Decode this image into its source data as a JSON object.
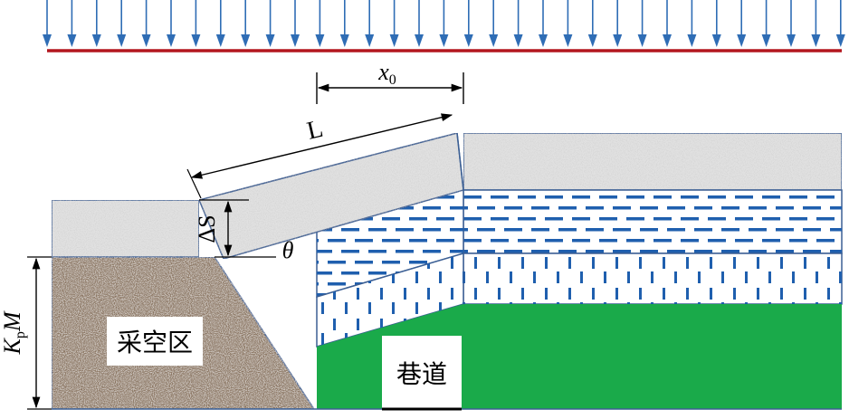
{
  "labels": {
    "x0_var": "x",
    "x0_sub": "0",
    "length": "L",
    "delta_s": "ΔS",
    "theta": "θ",
    "kpm_k": "K",
    "kpm_p": "p",
    "kpm_m": "M",
    "goaf": "采空区",
    "roadway": "巷道"
  },
  "colors": {
    "load_arrow": "#2f6db5",
    "load_line": "#b3161e",
    "outline": "#3b5f94",
    "dash": "#1f5fae",
    "coal_green": "#1aaa4a",
    "goaf_brown": "#8c7764",
    "rock_gray": "#e1e1e1",
    "dim_line": "#000000"
  },
  "icons": {
    "load": "down-arrow-icon"
  }
}
